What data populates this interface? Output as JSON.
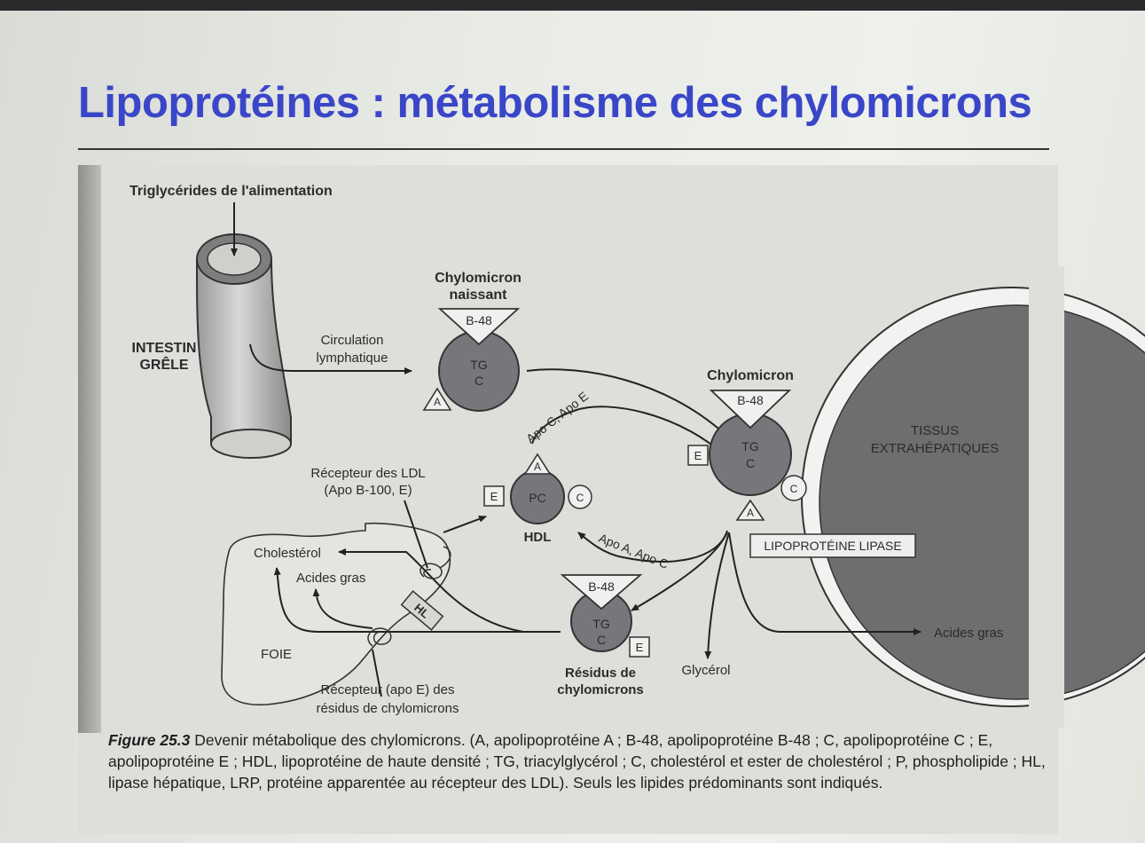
{
  "title": "Lipoprotéines : métabolisme des chylomicrons",
  "labels": {
    "dietary_tg": "Triglycérides de l'alimentation",
    "intestine_l1": "INTESTIN",
    "intestine_l2": "GRÊLE",
    "lymph_l1": "Circulation",
    "lymph_l2": "lymphatique",
    "nascent_l1": "Chylomicron",
    "nascent_l2": "naissant",
    "chylomicron": "Chylomicron",
    "tissues_l1": "TISSUS",
    "tissues_l2": "EXTRAHÉPATIQUES",
    "apo_ce": "Apo C, Apo E",
    "apo_ac": "Apo A, Apo C",
    "ldl_receptor_l1": "Récepteur des LDL",
    "ldl_receptor_l2": "(Apo B-100, E)",
    "hdl": "HDL",
    "lpl": "LIPOPROTÉINE LIPASE",
    "cholesterol": "Cholestérol",
    "fatty_acids": "Acides gras",
    "fatty_acids_right": "Acides gras",
    "liver": "FOIE",
    "hl": "HL",
    "remnants_l1": "Résidus de",
    "remnants_l2": "chylomicrons",
    "glycerol": "Glycérol",
    "apoe_receptor_l1": "Récepteur (apo E) des",
    "apoe_receptor_l2": "résidus de chylomicrons"
  },
  "particles": {
    "b48": "B-48",
    "tg": "TG",
    "c": "C",
    "a": "A",
    "e": "E",
    "pc": "PC"
  },
  "caption": {
    "figure_number": "Figure 25.3",
    "text": " Devenir métabolique des chylomicrons. (A, apolipoprotéine A ; B-48, apolipoprotéine B-48 ; C, apolipoprotéine C ; E, apolipoprotéine E ; HDL, lipoprotéine de haute densité ; TG, triacylglycérol ; C, cholestérol et ester de cholestérol ; P, phospholipide ; HL, lipase hépatique, LRP, protéine apparentée au récepteur des LDL). Seuls les lipides prédominants sont indiqués."
  },
  "colors": {
    "title": "#3a46c8",
    "particle_fill": "#77777b",
    "tissue_fill": "#6e6e70"
  }
}
